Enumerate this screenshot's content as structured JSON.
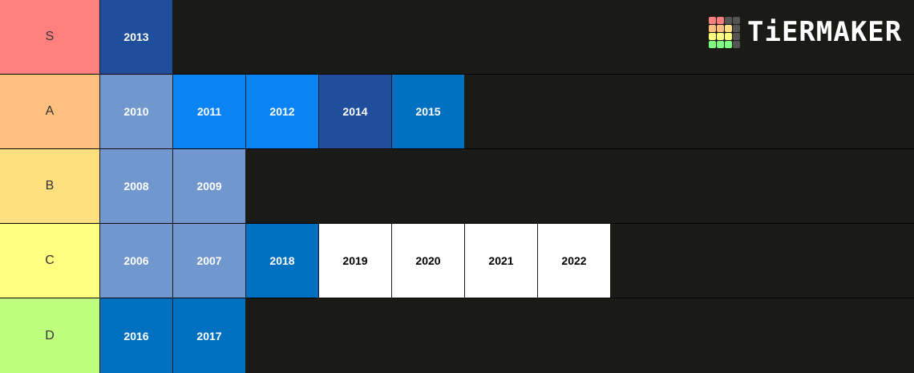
{
  "logo": {
    "text": "TiERMAKER",
    "grid_colors": [
      "#ff7f7f",
      "#ff7f7f",
      "#555555",
      "#555555",
      "#ffbf7f",
      "#ffbf7f",
      "#ffdf7f",
      "#555555",
      "#ffff7f",
      "#ffff7f",
      "#ffff7f",
      "#555555",
      "#7fff7f",
      "#7fff7f",
      "#7fff7f",
      "#555555"
    ]
  },
  "tiers": [
    {
      "label": "S",
      "color": "#ff7f7f",
      "items": [
        {
          "label": "2013",
          "color": "#1f4e9c"
        }
      ]
    },
    {
      "label": "A",
      "color": "#ffbf7f",
      "items": [
        {
          "label": "2010",
          "color": "#7197cf"
        },
        {
          "label": "2011",
          "color": "#0a84f5"
        },
        {
          "label": "2012",
          "color": "#0a84f5"
        },
        {
          "label": "2014",
          "color": "#1f4e9c"
        },
        {
          "label": "2015",
          "color": "#0071c1"
        }
      ]
    },
    {
      "label": "B",
      "color": "#ffdf7f",
      "items": [
        {
          "label": "2008",
          "color": "#7197cf"
        },
        {
          "label": "2009",
          "color": "#7197cf"
        }
      ]
    },
    {
      "label": "C",
      "color": "#ffff7f",
      "items": [
        {
          "label": "2006",
          "color": "#7197cf"
        },
        {
          "label": "2007",
          "color": "#7197cf"
        },
        {
          "label": "2018",
          "color": "#0071c1"
        },
        {
          "label": "2019",
          "color": "#ffffff"
        },
        {
          "label": "2020",
          "color": "#ffffff"
        },
        {
          "label": "2021",
          "color": "#ffffff"
        },
        {
          "label": "2022",
          "color": "#ffffff"
        }
      ]
    },
    {
      "label": "D",
      "color": "#bfff7f",
      "items": [
        {
          "label": "2016",
          "color": "#0071c1"
        },
        {
          "label": "2017",
          "color": "#0071c1"
        }
      ]
    }
  ]
}
